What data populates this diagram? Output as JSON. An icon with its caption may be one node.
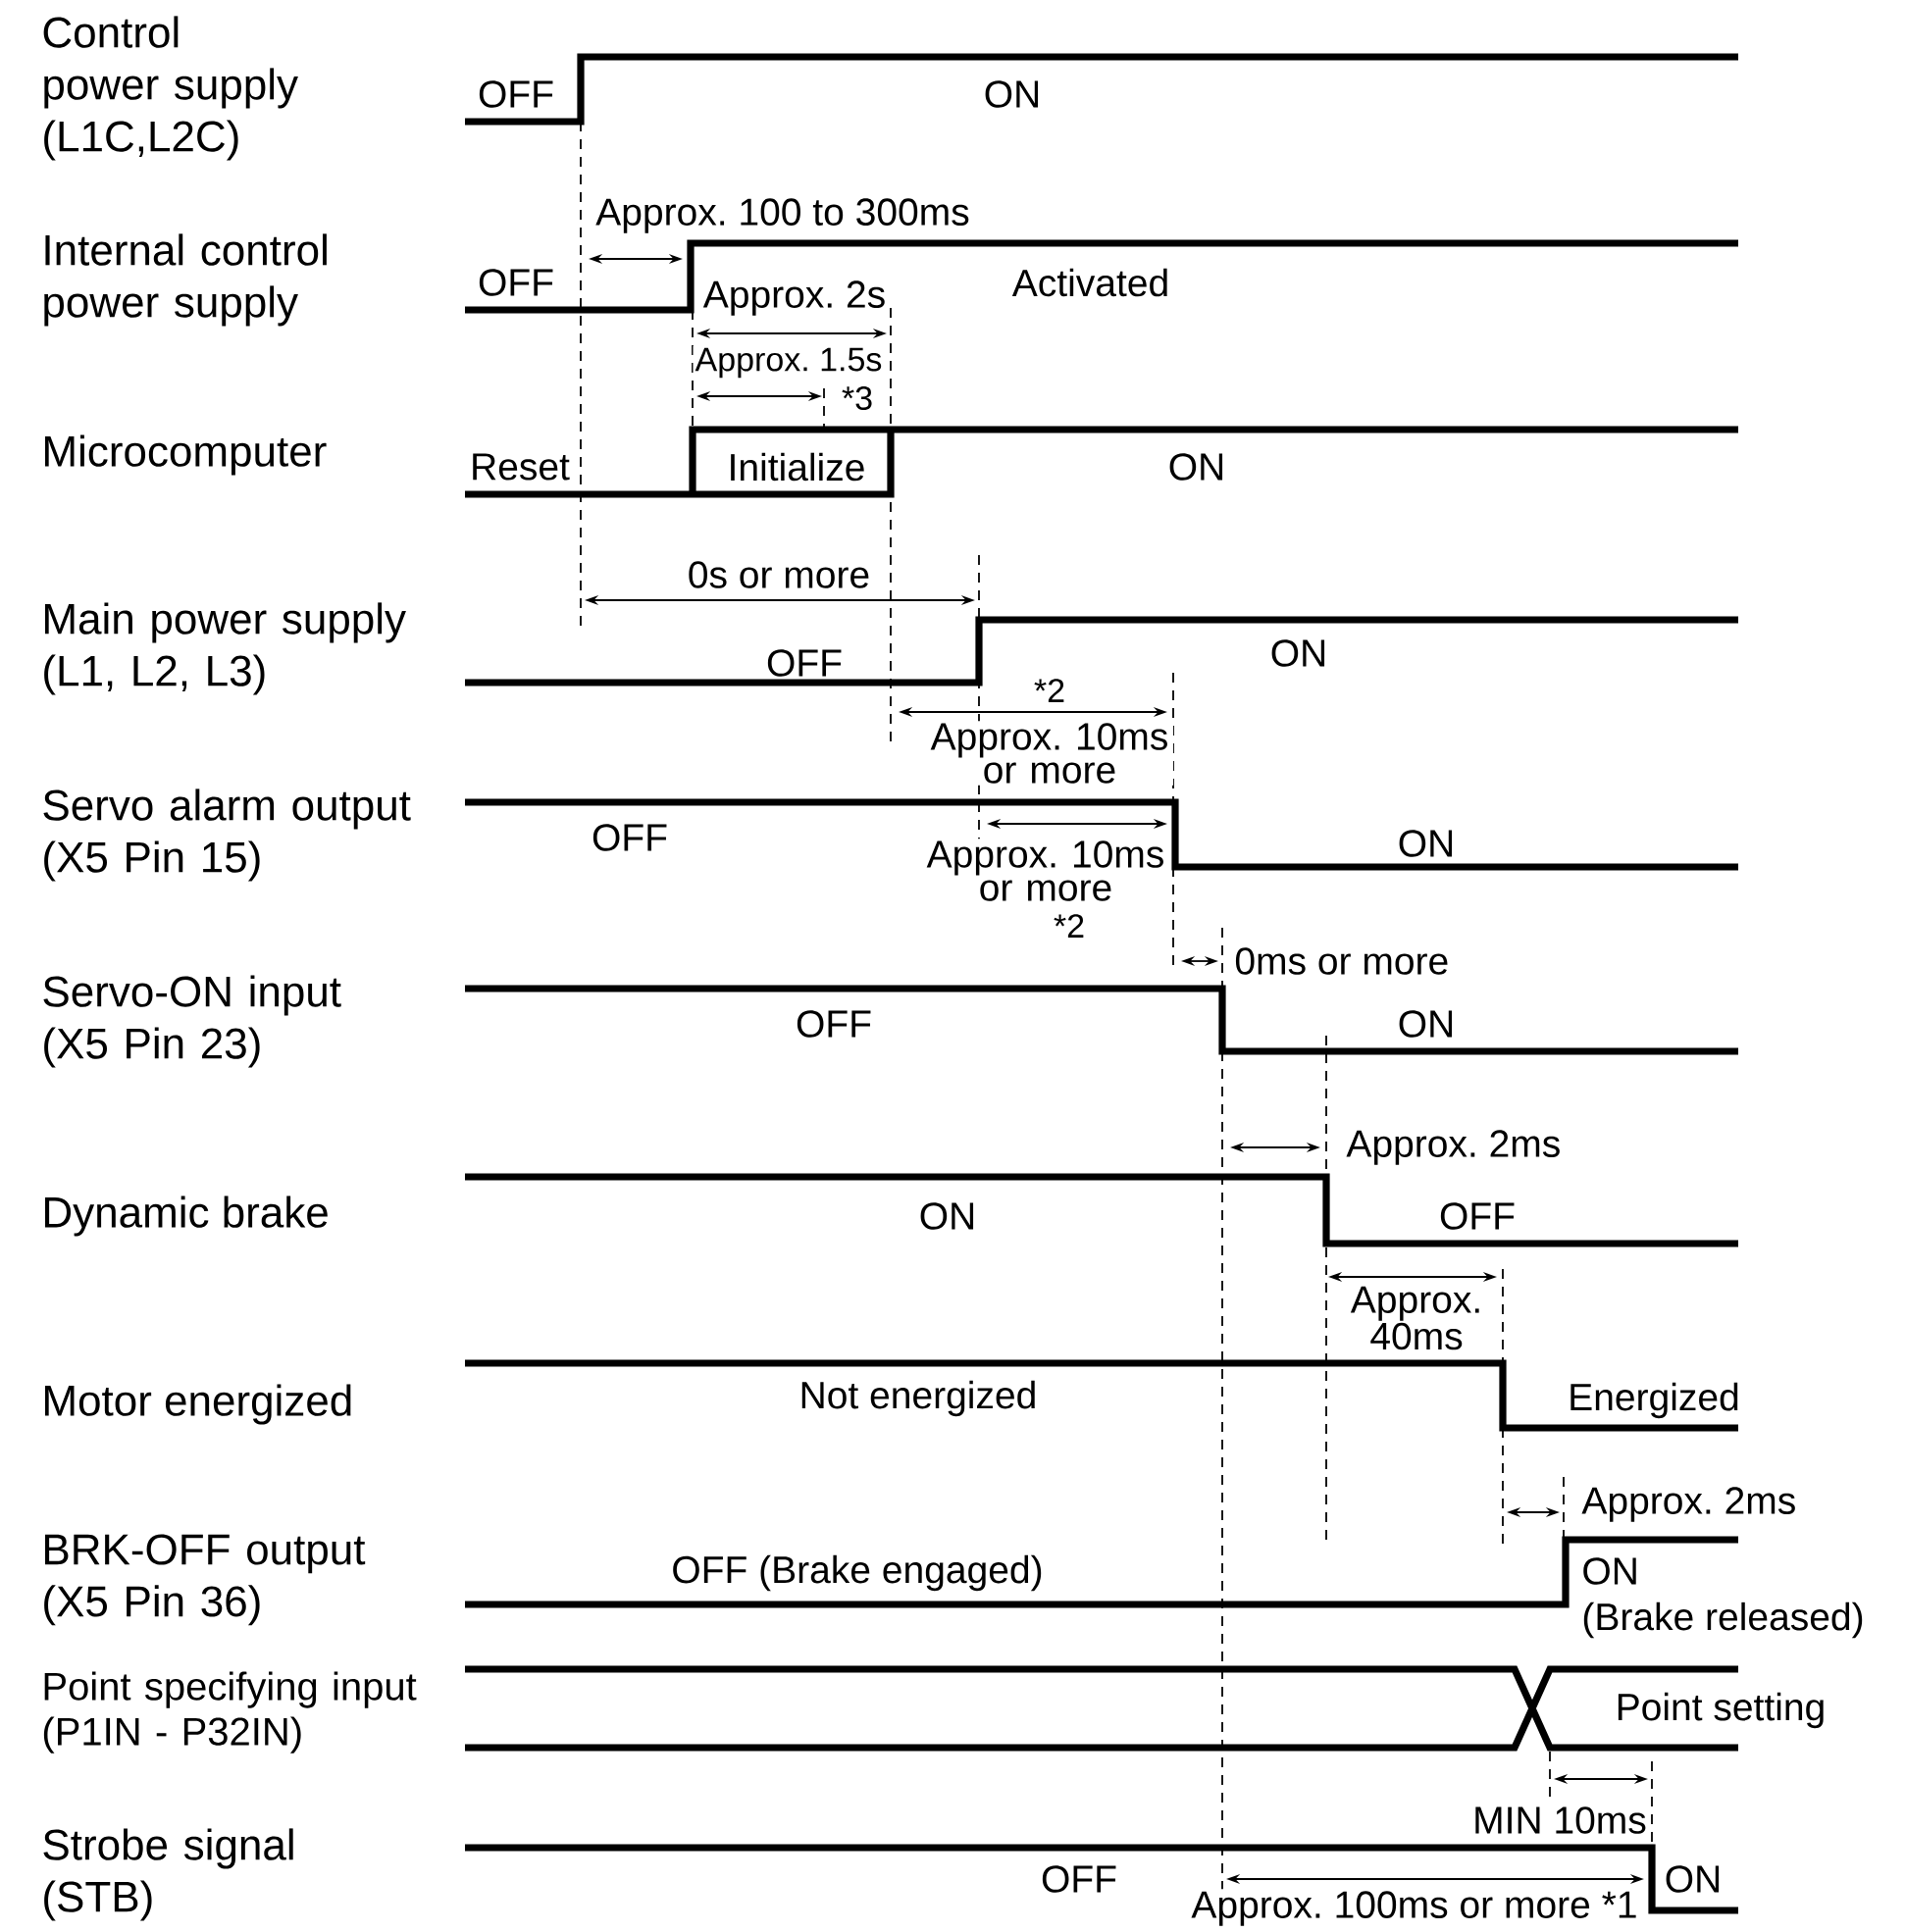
{
  "diagram": {
    "labels": [
      "Control power supply (L1C,L2C)",
      "OFF",
      "ON",
      "Approx. 100 to 300ms",
      "Internal control power supply",
      "OFF",
      "Activated",
      "Approx. 2s",
      "Approx. 1.5s",
      "*3",
      "Microcomputer",
      "Reset",
      "Initialize",
      "ON",
      "0s or more",
      "Main power supply (L1, L2, L3)",
      "OFF",
      "ON",
      "*2",
      "Approx. 10ms or more",
      "Servo alarm output (X5 Pin 15)",
      "OFF",
      "ON",
      "Approx. 10ms or more",
      "*2",
      "0ms or more",
      "Servo-ON input (X5 Pin 23)",
      "OFF",
      "ON",
      "Approx. 2ms",
      "Dynamic brake",
      "ON",
      "OFF",
      "Approx. 40ms",
      "Motor energized",
      "Not energized",
      "Energized",
      "Approx. 2ms",
      "BRK-OFF output (X5 Pin 36)",
      "OFF (Brake engaged)",
      "ON",
      "(Brake released)",
      "Point specifying input (P1IN - P32IN)",
      "Point setting",
      "MIN 10ms",
      "Strobe signal (STB)",
      "OFF",
      "ON",
      "Approx. 100ms or more *1"
    ]
  }
}
